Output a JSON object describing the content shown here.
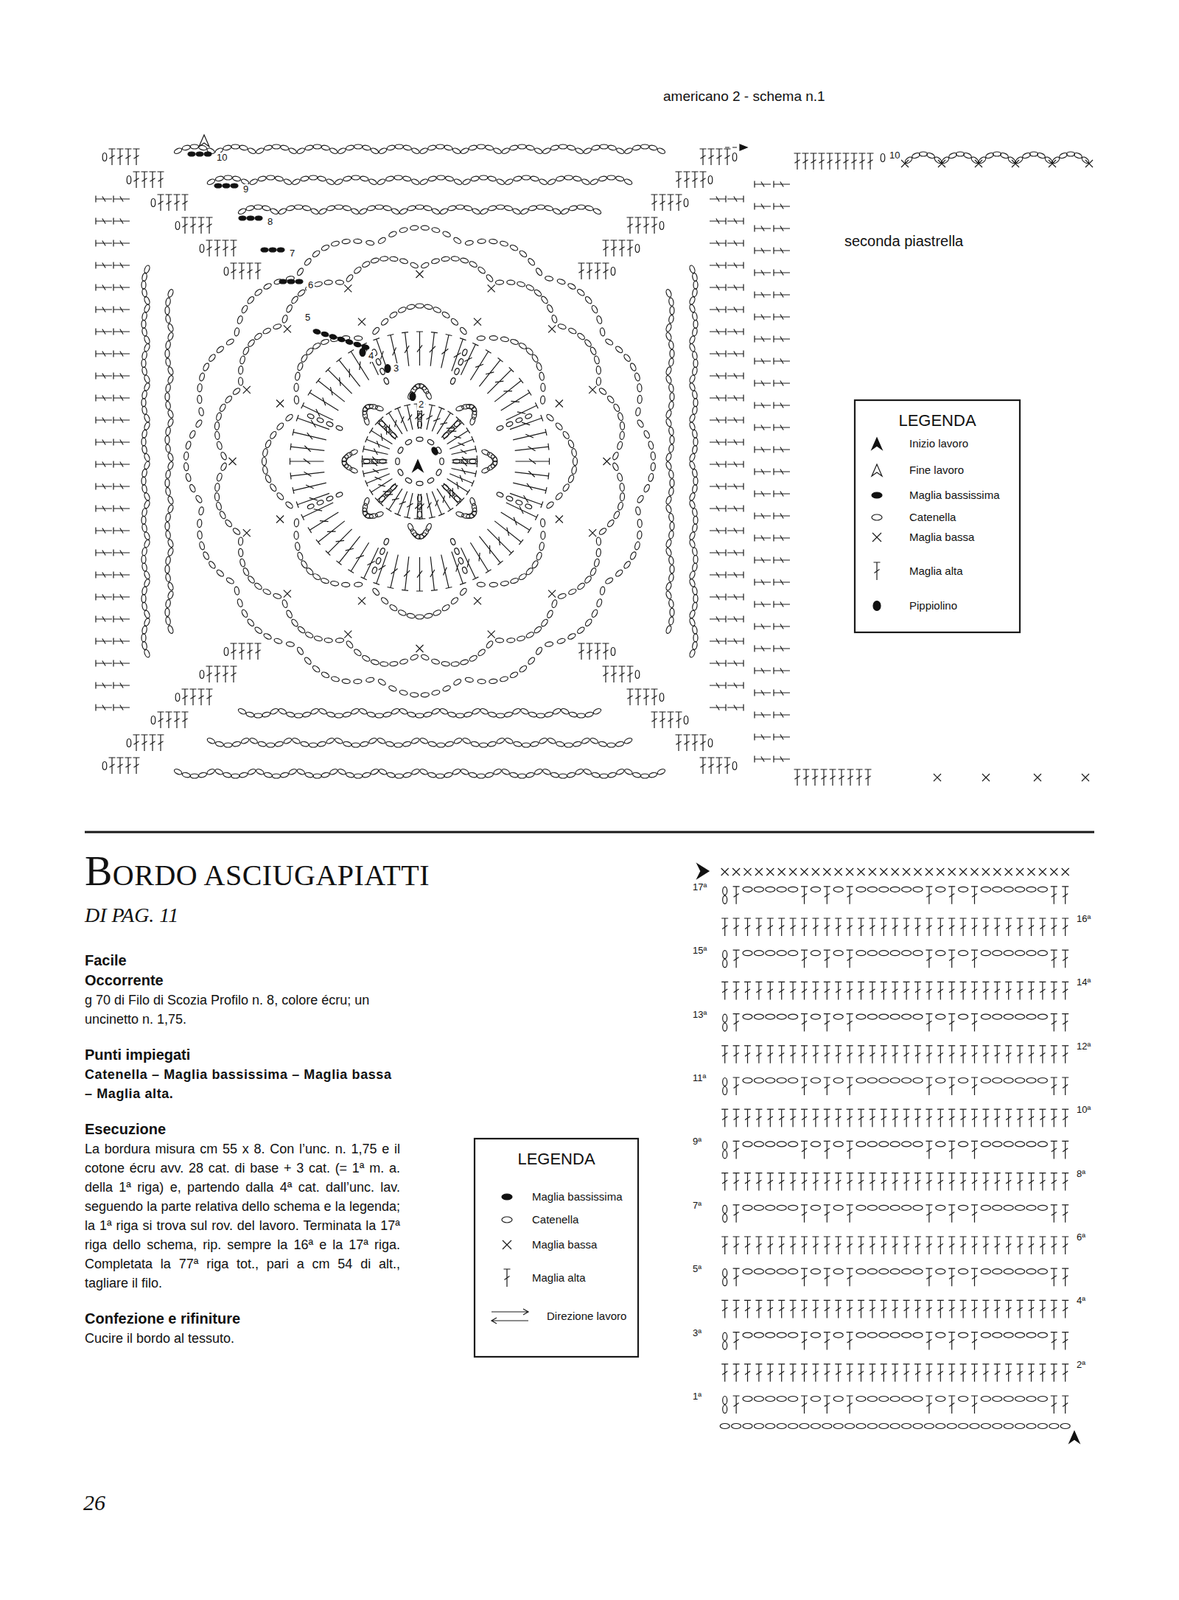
{
  "diagram": {
    "title": "BORDO ASCIUGAPIATTI",
    "labels": [
      "americano 2 - schema n.1",
      "10",
      "9",
      "8",
      "7",
      "6",
      "5",
      "4",
      "3",
      "2",
      "10",
      "seconda piastrella",
      "LEGENDA",
      "DI PAG. 11",
      "Facile",
      "Occorrente",
      "g 70 di Filo di Scozia Profilo n. 8, colore écru; un uncinetto n. 1,75.",
      "Punti impiegati",
      "Catenella – Maglia bassissima – Maglia bassa – Maglia alta.",
      "Esecuzione",
      "La bordura misura cm 55 x 8. Con l’unc. n. 1,75 e il cotone écru avv. 28 cat. di base + 3 cat. (= 1ª m. a. della 1ª riga) e, partendo dalla 4ª cat. dall’unc. lav. seguendo la parte relativa dello schema e la legenda; la 1ª riga si trova sul rov. del lavoro. Terminata la 17ª riga dello schema, rip. sempre la 16ª e la 17ª riga. Completata la 77ª riga tot., pari a cm 54 di alt., tagliare il filo.",
      "Confezione e rifiniture",
      "Cucire il bordo al tessuto.",
      "LEGENDA",
      "17ª",
      "16ª",
      "15ª",
      "14ª",
      "13ª",
      "12ª",
      "11ª",
      "10ª",
      "9ª",
      "8ª",
      "7ª",
      "6ª",
      "5ª",
      "4ª",
      "3ª",
      "2ª",
      "1ª",
      "26"
    ],
    "legend": [
      {
        "text": "Inizio lavoro"
      },
      {
        "text": "Fine lavoro"
      },
      {
        "text": "Maglia bassissima"
      },
      {
        "text": "Catenella"
      },
      {
        "text": "Maglia bassa"
      },
      {
        "text": "Maglia alta"
      },
      {
        "text": "Pippiolino"
      },
      {
        "text": "Maglia bassissima"
      },
      {
        "text": "Catenella"
      },
      {
        "text": "Maglia bassa"
      },
      {
        "text": "Maglia alta"
      },
      {
        "text": "Direzione lavoro"
      }
    ]
  }
}
